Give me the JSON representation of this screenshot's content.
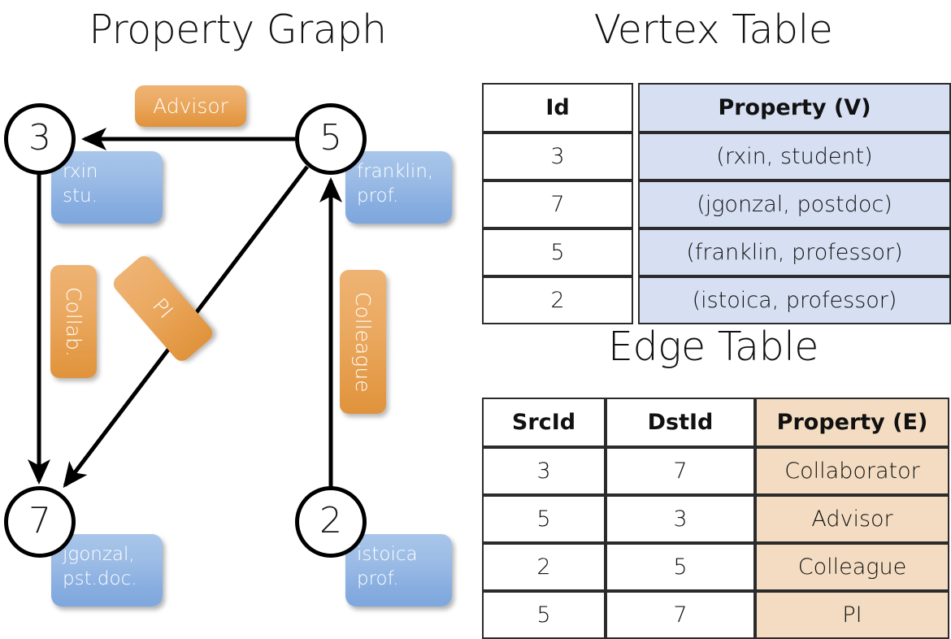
{
  "titles": {
    "property_graph": "Property Graph",
    "vertex_table": "Vertex Table",
    "edge_table": "Edge Table"
  },
  "colors": {
    "vertex_property_fill": "#d6e0f2",
    "edge_property_fill": "#f3dcc2",
    "node_box_blue": "#9dbde6",
    "edge_badge_orange": "#eaa85f",
    "stroke": "#000000",
    "background": "#ffffff"
  },
  "graph": {
    "nodes": [
      {
        "id": "3",
        "property_lines": [
          "rxin",
          "stu."
        ]
      },
      {
        "id": "5",
        "property_lines": [
          "franklin,",
          "prof."
        ]
      },
      {
        "id": "7",
        "property_lines": [
          "jgonzal,",
          "pst.doc."
        ]
      },
      {
        "id": "2",
        "property_lines": [
          "istoica",
          "prof."
        ]
      }
    ],
    "edge_labels": [
      {
        "label": "Advisor",
        "orientation": "horizontal",
        "src": "5",
        "dst": "3"
      },
      {
        "label": "Collab.",
        "orientation": "vertical",
        "src": "3",
        "dst": "7"
      },
      {
        "label": "PI",
        "orientation": "rotated",
        "src": "5",
        "dst": "7"
      },
      {
        "label": "Colleague",
        "orientation": "vertical",
        "src": "2",
        "dst": "5"
      }
    ]
  },
  "vertex_table": {
    "headers": [
      "Id",
      "Property (V)"
    ],
    "rows": [
      {
        "id": "3",
        "property": "(rxin, student)"
      },
      {
        "id": "7",
        "property": "(jgonzal, postdoc)"
      },
      {
        "id": "5",
        "property": "(franklin, professor)"
      },
      {
        "id": "2",
        "property": "(istoica, professor)"
      }
    ]
  },
  "edge_table": {
    "headers": [
      "SrcId",
      "DstId",
      "Property (E)"
    ],
    "rows": [
      {
        "src": "3",
        "dst": "7",
        "property": "Collaborator"
      },
      {
        "src": "5",
        "dst": "3",
        "property": "Advisor"
      },
      {
        "src": "2",
        "dst": "5",
        "property": "Colleague"
      },
      {
        "src": "5",
        "dst": "7",
        "property": "PI"
      }
    ]
  }
}
